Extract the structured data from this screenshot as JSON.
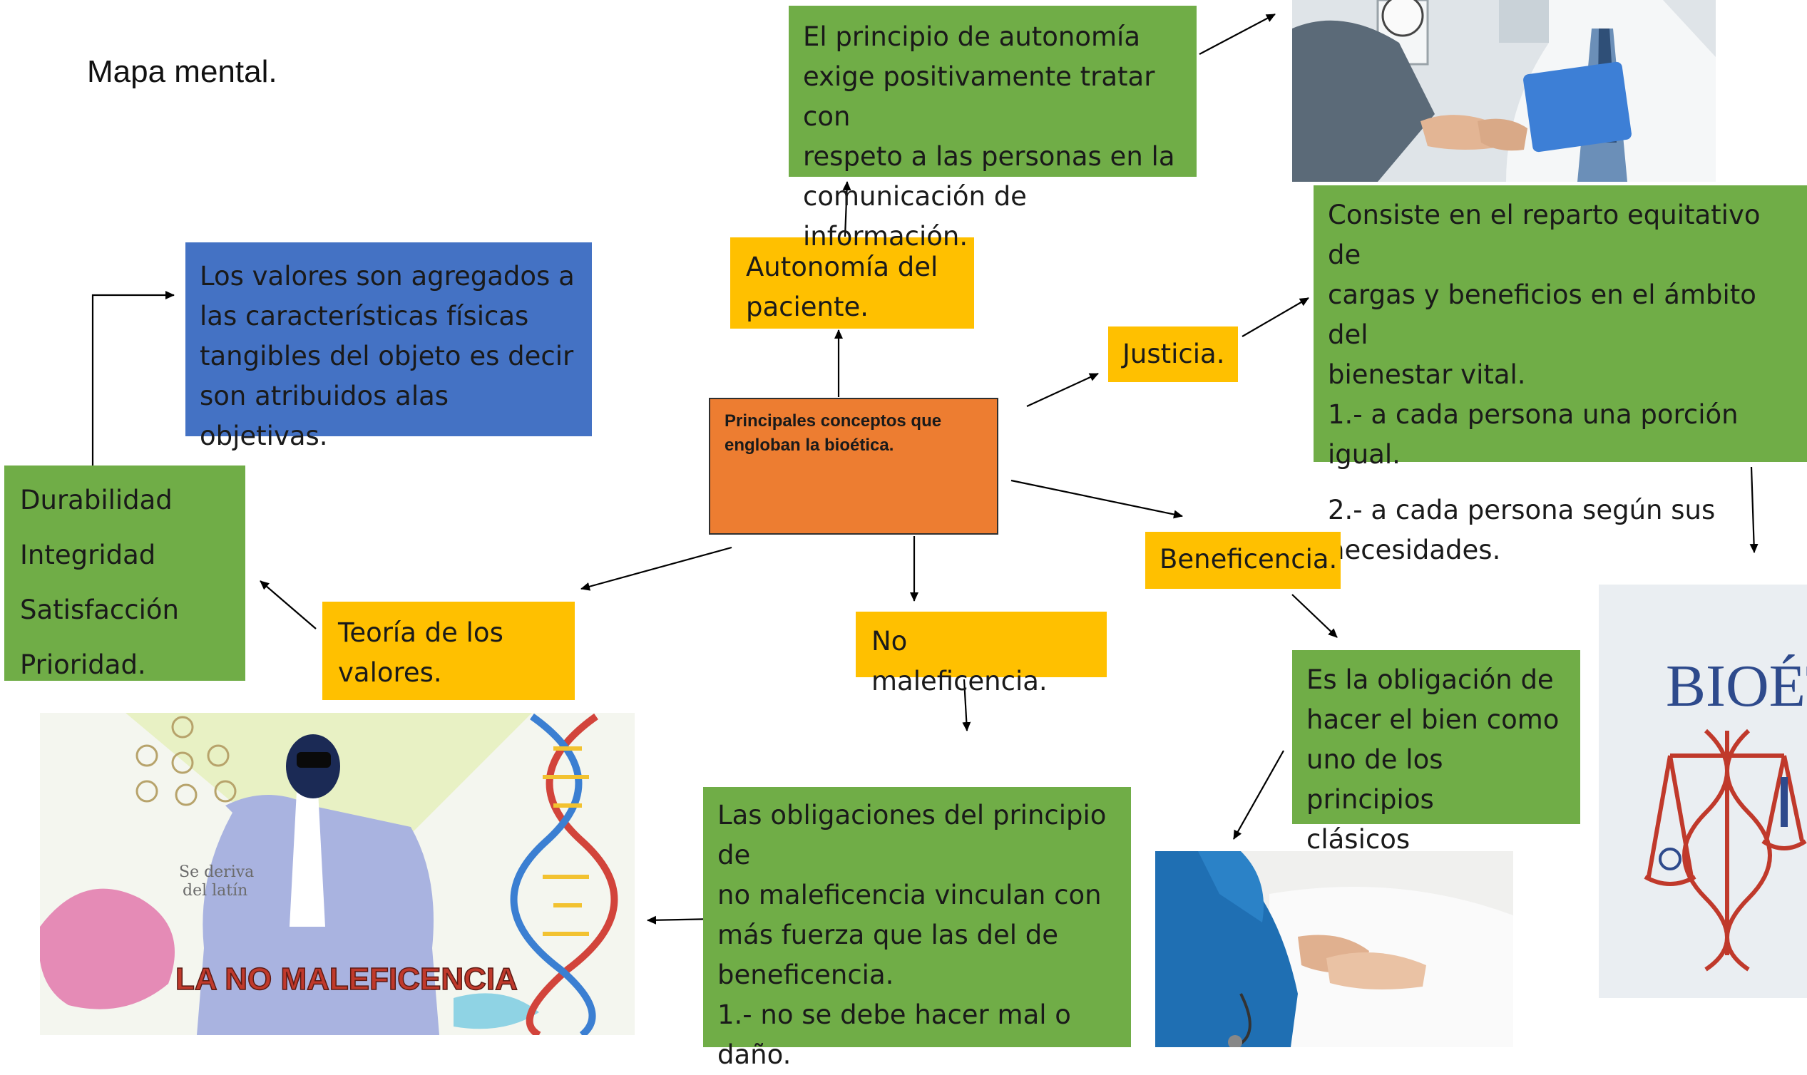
{
  "title": "Mapa mental.",
  "center": {
    "lines": [
      "Principales conceptos que",
      "engloban la bioética."
    ]
  },
  "autonomia": {
    "label": [
      "Autonomía del",
      "paciente."
    ],
    "desc": [
      "El principio de autonomía",
      "exige positivamente tratar con",
      "respeto a las personas en la",
      "comunicación de información."
    ]
  },
  "justicia": {
    "label": "Justicia.",
    "desc_lines": [
      "Consiste en el reparto equitativo de",
      "cargas y beneficios en el ámbito del",
      "bienestar vital."
    ],
    "point1": "1.- a cada persona una porción igual.",
    "point2": [
      "2.- a cada persona según sus",
      "necesidades."
    ]
  },
  "beneficencia": {
    "label": "Beneficencia.",
    "desc": [
      "Es la obligación de",
      "hacer el bien como",
      "uno de los principios",
      "clásicos hipocráticos."
    ]
  },
  "no_maleficencia": {
    "label": "No maleficencia.",
    "desc_lines": [
      "Las obligaciones del principio de",
      "no maleficencia vinculan con",
      "más fuerza que las del de",
      "beneficencia."
    ],
    "point1": [
      "1.- no se debe hacer mal o",
      "daño."
    ]
  },
  "valores": {
    "label": [
      "Teoría de los",
      "valores."
    ],
    "list": [
      "Durabilidad",
      "Integridad",
      "Satisfacción",
      "Prioridad."
    ],
    "desc": [
      "Los valores son agregados a",
      "las características físicas",
      "tangibles del objeto es decir",
      "son atribuidos alas objetivas."
    ]
  },
  "images": {
    "bioetica_text": "BIOÉTICA",
    "no_maleficencia_banner": "LA NO MALEFICENCIA",
    "se_deriva": [
      "Se deriva",
      "del latín"
    ]
  },
  "colors": {
    "green": "#70ad47",
    "yellow": "#ffc000",
    "blue": "#4472c4",
    "orange": "#ed7d31",
    "bioetica_red": "#c0392b",
    "bioetica_blue": "#2e4a8c"
  }
}
